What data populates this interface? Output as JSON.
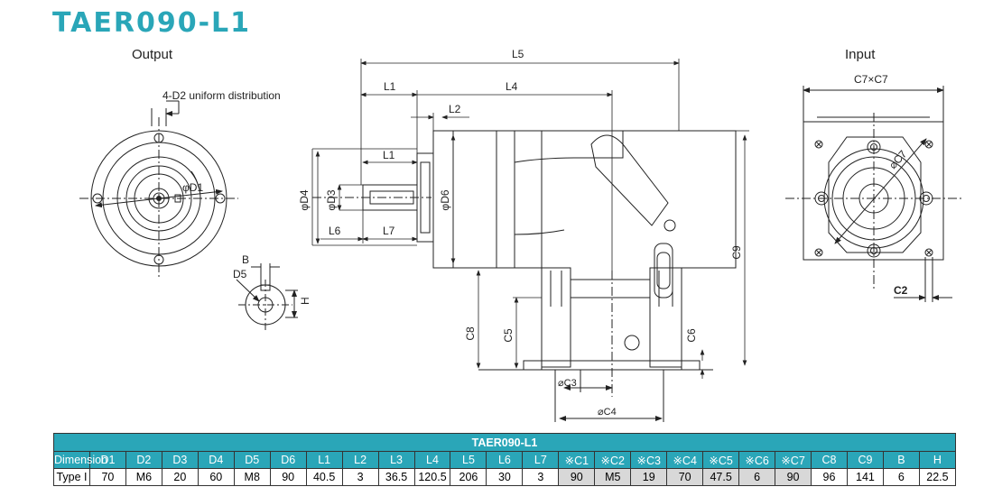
{
  "title": "TAER090-L1",
  "views": {
    "output": "Output",
    "input": "Input"
  },
  "labels": {
    "distribution": "4-D2 uniform distribution",
    "D1": "φD1",
    "B": "B",
    "D5": "D5",
    "H": "H",
    "L5": "L5",
    "L1a": "L1",
    "L4": "L4",
    "L2": "L2",
    "L1b": "L1",
    "D4": "φD4",
    "D3": "φD3",
    "D6": "φD6",
    "L6": "L6",
    "L7": "L7",
    "C9": "C9",
    "C8": "C8",
    "C5": "C5",
    "C6": "C6",
    "C3": "⌀C3",
    "C4": "⌀C4",
    "C7xC7": "C7×C7",
    "C7": "⌀C7",
    "C2": "C2"
  },
  "table": {
    "caption": "TAER090-L1",
    "headers": [
      "Dimension",
      "D1",
      "D2",
      "D3",
      "D4",
      "D5",
      "D6",
      "L1",
      "L2",
      "L3",
      "L4",
      "L5",
      "L6",
      "L7",
      "※C1",
      "※C2",
      "※C3",
      "※C4",
      "※C5",
      "※C6",
      "※C7",
      "C8",
      "C9",
      "B",
      "H"
    ],
    "rows": [
      [
        "Type I",
        "70",
        "M6",
        "20",
        "60",
        "M8",
        "90",
        "40.5",
        "3",
        "36.5",
        "120.5",
        "206",
        "30",
        "3",
        "90",
        "M5",
        "19",
        "70",
        "47.5",
        "6",
        "90",
        "96",
        "141",
        "6",
        "22.5"
      ]
    ]
  }
}
